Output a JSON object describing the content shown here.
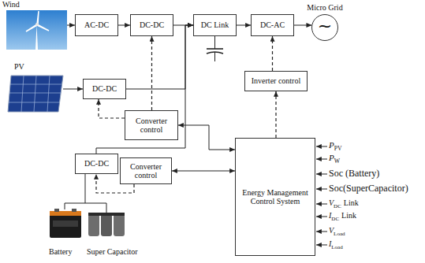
{
  "diagram": {
    "nodes": [
      {
        "text": [
          "AC-DC"
        ]
      },
      {
        "text": [
          "DC-DC"
        ]
      },
      {
        "text": [
          "DC Link"
        ]
      },
      {
        "text": [
          "DC-AC"
        ]
      },
      {
        "text": [
          "Micro Grid",
          "~"
        ]
      },
      {
        "text": [
          "DC-DC"
        ]
      },
      {
        "text": [
          "Inverter control"
        ]
      },
      {
        "text": [
          "Converter control"
        ]
      },
      {
        "text": [
          "DC-DC"
        ]
      },
      {
        "text": [
          "Converter control"
        ]
      },
      {
        "text": [
          "Energy Management Control System"
        ]
      }
    ],
    "edges": [
      {
        "from": 0,
        "to": 1,
        "arrow": "to"
      },
      {
        "from": 1,
        "to": 2,
        "arrow": "to"
      },
      {
        "from": 2,
        "to": 3,
        "arrow": "to"
      },
      {
        "from": 3,
        "to": 4,
        "arrow": "to"
      },
      {
        "from": 5,
        "to": 2,
        "arrow": "to"
      },
      {
        "from": 7,
        "to": 1,
        "arrow": "to"
      },
      {
        "from": 7,
        "to": 5,
        "arrow": "to"
      },
      {
        "from": 8,
        "to": 2,
        "arrow": "to"
      },
      {
        "from": 7,
        "to": 10,
        "arrow": "both"
      },
      {
        "from": 9,
        "to": 8,
        "arrow": "to"
      },
      {
        "from": 9,
        "to": 10,
        "arrow": "both"
      },
      {
        "from": 10,
        "to": 6,
        "arrow": "to"
      },
      {
        "from": 6,
        "to": 3,
        "arrow": "to"
      }
    ],
    "labels": [
      "Wind",
      "PV",
      "Battery",
      "Super Capacitor",
      "P",
      "PV",
      "P",
      "W",
      "Soc (Battery)",
      "Soc(SuperCapacitor)",
      "V",
      "DC",
      "Link",
      "I",
      "DC",
      "Link",
      "V",
      "Load",
      "I",
      "Load"
    ]
  }
}
